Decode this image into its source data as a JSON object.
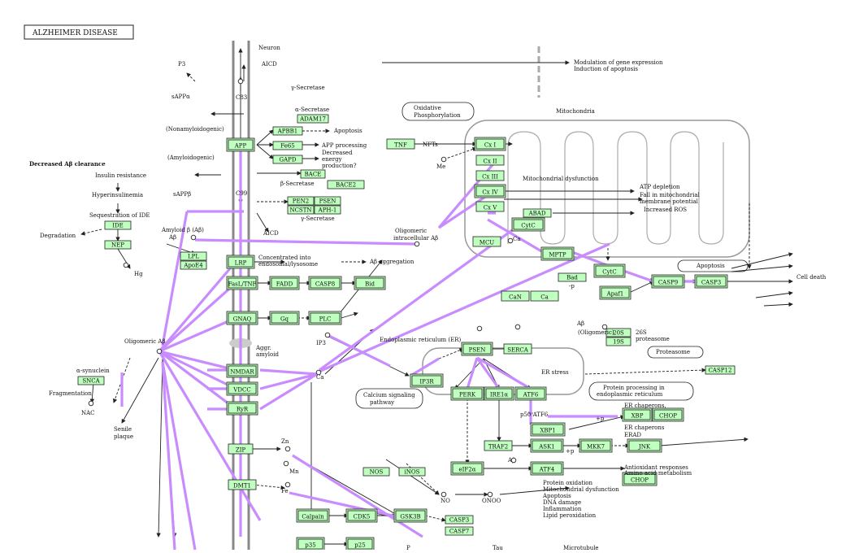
{
  "title": "ALZHEIMER DISEASE",
  "colors": {
    "gene_fill": "#bfffbf",
    "highlight": "#c88cff",
    "highlight_text": "#d00000",
    "membrane": "#888888",
    "line": "#222222"
  },
  "nodes": [
    {
      "id": "APP",
      "label": "APP",
      "hl": true,
      "red": true
    },
    {
      "id": "ADAM17",
      "label": "ADAM17",
      "hl": false
    },
    {
      "id": "APBB1",
      "label": "APBB1",
      "hl": false
    },
    {
      "id": "Fe65",
      "label": "Fe65",
      "hl": false
    },
    {
      "id": "GAPD",
      "label": "GAPD",
      "hl": false
    },
    {
      "id": "BACE",
      "label": "BACE",
      "hl": false
    },
    {
      "id": "BACE2",
      "label": "BACE2",
      "hl": false
    },
    {
      "id": "PEN2",
      "label": "PEN2",
      "hl": false
    },
    {
      "id": "PSEN_s",
      "label": "PSEN",
      "hl": false,
      "red": true
    },
    {
      "id": "NCSTN",
      "label": "NCSTN",
      "hl": false
    },
    {
      "id": "APH1",
      "label": "APH-1",
      "hl": false
    },
    {
      "id": "IDE",
      "label": "IDE",
      "hl": false
    },
    {
      "id": "NEP",
      "label": "NEP",
      "hl": false
    },
    {
      "id": "LPL",
      "label": "LPL",
      "hl": false
    },
    {
      "id": "ApoE4",
      "label": "ApoE4",
      "hl": false
    },
    {
      "id": "LRP",
      "label": "LRP",
      "hl": true
    },
    {
      "id": "FasL",
      "label": "FasL/TNF",
      "hl": true
    },
    {
      "id": "FADD",
      "label": "FADD",
      "hl": true
    },
    {
      "id": "CASP8",
      "label": "CASP8",
      "hl": true
    },
    {
      "id": "Bid",
      "label": "Bid",
      "hl": true
    },
    {
      "id": "GNAQ",
      "label": "GNAQ",
      "hl": true
    },
    {
      "id": "Gq",
      "label": "Gq",
      "hl": true
    },
    {
      "id": "PLC",
      "label": "PLC",
      "hl": true
    },
    {
      "id": "NMDAR",
      "label": "NMDAR",
      "hl": true
    },
    {
      "id": "VDCC",
      "label": "VDCC",
      "hl": true
    },
    {
      "id": "RyR",
      "label": "RyR",
      "hl": true
    },
    {
      "id": "IP3R",
      "label": "IP3R",
      "hl": true
    },
    {
      "id": "PSEN",
      "label": "PSEN",
      "hl": true,
      "red": true
    },
    {
      "id": "SERCA",
      "label": "SERCA",
      "hl": false
    },
    {
      "id": "PERK",
      "label": "PERK",
      "hl": true
    },
    {
      "id": "IRE1a",
      "label": "IRE1α",
      "hl": true
    },
    {
      "id": "ATF6",
      "label": "ATF6",
      "hl": true
    },
    {
      "id": "XBP1",
      "label": "XBP1",
      "hl": true
    },
    {
      "id": "TRAF2",
      "label": "TRAF2",
      "hl": false
    },
    {
      "id": "ASK1",
      "label": "ASK1",
      "hl": true
    },
    {
      "id": "MKK7",
      "label": "MKK7",
      "hl": true
    },
    {
      "id": "JNK",
      "label": "JNK",
      "hl": true
    },
    {
      "id": "eIF2a",
      "label": "eIF2α",
      "hl": true
    },
    {
      "id": "ATF4",
      "label": "ATF4",
      "hl": true
    },
    {
      "id": "CHOP",
      "label": "CHOP",
      "hl": true
    },
    {
      "id": "XBP",
      "label": "XBP",
      "hl": true
    },
    {
      "id": "CHOP2",
      "label": "CHOP",
      "hl": true
    },
    {
      "id": "CASP12",
      "label": "CASP12",
      "hl": false
    },
    {
      "id": "TNF",
      "label": "TNF",
      "hl": false
    },
    {
      "id": "CxI",
      "label": "Cx I",
      "hl": true
    },
    {
      "id": "CxII",
      "label": "Cx II",
      "hl": false
    },
    {
      "id": "CxIII",
      "label": "Cx III",
      "hl": false
    },
    {
      "id": "CxIV",
      "label": "Cx IV",
      "hl": true
    },
    {
      "id": "CxV",
      "label": "Cx V",
      "hl": false
    },
    {
      "id": "ABAD",
      "label": "ABAD",
      "hl": false
    },
    {
      "id": "CytC_m",
      "label": "CytC",
      "hl": true
    },
    {
      "id": "MCU",
      "label": "MCU",
      "hl": false
    },
    {
      "id": "MPTP",
      "label": "MPTP",
      "hl": true
    },
    {
      "id": "CytC",
      "label": "CytC",
      "hl": true
    },
    {
      "id": "Apaf1",
      "label": "Apaf1",
      "hl": true
    },
    {
      "id": "CASP9",
      "label": "CASP9",
      "hl": true
    },
    {
      "id": "CASP3",
      "label": "CASP3",
      "hl": true
    },
    {
      "id": "Bad",
      "label": "Bad",
      "hl": false
    },
    {
      "id": "CaN",
      "label": "CaN",
      "hl": false
    },
    {
      "id": "CaN2",
      "label": "Ca",
      "hl": false
    },
    {
      "id": "SNCA",
      "label": "SNCA",
      "hl": false
    },
    {
      "id": "20S",
      "label": "20S",
      "hl": false
    },
    {
      "id": "19S",
      "label": "19S",
      "hl": false
    },
    {
      "id": "ZIP",
      "label": "ZIP",
      "hl": false
    },
    {
      "id": "DMT1",
      "label": "DMT1",
      "hl": false
    },
    {
      "id": "NOS",
      "label": "NOS",
      "hl": false
    },
    {
      "id": "iNOS",
      "label": "iNOS",
      "hl": false
    },
    {
      "id": "Calpain",
      "label": "Calpain",
      "hl": true
    },
    {
      "id": "CDK5",
      "label": "CDK5",
      "hl": true
    },
    {
      "id": "GSK3B",
      "label": "GSK3B",
      "hl": true
    },
    {
      "id": "p35",
      "label": "p35",
      "hl": true
    },
    {
      "id": "p25",
      "label": "p25",
      "hl": true
    },
    {
      "id": "CASP3b",
      "label": "CASP3",
      "hl": false
    },
    {
      "id": "CASP7",
      "label": "CASP7",
      "hl": false
    }
  ],
  "labels": [
    {
      "id": "neuron",
      "text": "Neuron"
    },
    {
      "id": "p3",
      "text": "P3"
    },
    {
      "id": "aicd1",
      "text": "AICD"
    },
    {
      "id": "gsec1",
      "text": "γ-Secretase"
    },
    {
      "id": "sappa",
      "text": "sAPPα"
    },
    {
      "id": "c83",
      "text": "C83"
    },
    {
      "id": "asec",
      "text": "α-Secretase"
    },
    {
      "id": "nonamy",
      "text": "(Nonamyloidogenic)"
    },
    {
      "id": "apop1",
      "text": "Apoptosis"
    },
    {
      "id": "appproc",
      "text": "APP processing"
    },
    {
      "id": "decen",
      "text": "Decreased"
    },
    {
      "id": "decen2",
      "text": "energy"
    },
    {
      "id": "decen3",
      "text": "production?"
    },
    {
      "id": "amy",
      "text": "(Amyloidogenic)"
    },
    {
      "id": "bsec",
      "text": "β-Secretase"
    },
    {
      "id": "sappb",
      "text": "sAPPβ"
    },
    {
      "id": "c99",
      "text": "C99"
    },
    {
      "id": "gsec2",
      "text": "γ-Secretase"
    },
    {
      "id": "aicd2",
      "text": "AICD"
    },
    {
      "id": "decab",
      "text": "Decreased Aβ clearance"
    },
    {
      "id": "insres",
      "text": "Insulin resistance"
    },
    {
      "id": "hyperins",
      "text": "Hyperinsulinemia"
    },
    {
      "id": "seqide",
      "text": "Sequestration of IDE"
    },
    {
      "id": "degr",
      "text": "Degradation"
    },
    {
      "id": "hg",
      "text": "Hg"
    },
    {
      "id": "amyb",
      "text": "Amyloid β (Aβ)"
    },
    {
      "id": "ab42",
      "text": "Aβ"
    },
    {
      "id": "conc",
      "text": "Concentrated into"
    },
    {
      "id": "conc2",
      "text": "endosomal/lysosome"
    },
    {
      "id": "agg",
      "text": "Aβ aggregation"
    },
    {
      "id": "modgene",
      "text": "Modulation of gene expression"
    },
    {
      "id": "indapo",
      "text": "Induction of apoptosis"
    },
    {
      "id": "oxphos",
      "text": "Oxidative"
    },
    {
      "id": "oxphos2",
      "text": "Phosphorylation"
    },
    {
      "id": "mito",
      "text": "Mitochondria"
    },
    {
      "id": "nfts",
      "text": "NFTs"
    },
    {
      "id": "me",
      "text": "Me"
    },
    {
      "id": "mitodys",
      "text": "Mitochondrial dysfunction"
    },
    {
      "id": "atpdep",
      "text": "ATP depletion"
    },
    {
      "id": "fallmito",
      "text": "Fall in mitochondrial"
    },
    {
      "id": "fallmito2",
      "text": "membrane potential"
    },
    {
      "id": "incros",
      "text": "Increased ROS"
    },
    {
      "id": "oligo",
      "text": "Oligomeric"
    },
    {
      "id": "oligo2",
      "text": "intracellular Aβ"
    },
    {
      "id": "ca2ov",
      "text": "Ca"
    },
    {
      "id": "apoptosis2",
      "text": "Apoptosis"
    },
    {
      "id": "celldeath",
      "text": "Cell death"
    },
    {
      "id": "oligoab",
      "text": "Oligomeric Aβ"
    },
    {
      "id": "aggr",
      "text": "Aggr."
    },
    {
      "id": "aggr2",
      "text": "amyloid"
    },
    {
      "id": "ip3",
      "text": "IP3"
    },
    {
      "id": "ca2",
      "text": "Ca"
    },
    {
      "id": "er",
      "text": "Endoplasmic reticulum (ER)"
    },
    {
      "id": "erstress",
      "text": "ER stress"
    },
    {
      "id": "ab3",
      "text": "Aβ"
    },
    {
      "id": "oligomeric",
      "text": "(Oligomeric)"
    },
    {
      "id": "26s",
      "text": "26S"
    },
    {
      "id": "proteasome",
      "text": "proteasome"
    },
    {
      "id": "proteasome2",
      "text": "Proteasome"
    },
    {
      "id": "asyn",
      "text": "α-synuclein"
    },
    {
      "id": "frag",
      "text": "Fragmentation"
    },
    {
      "id": "nac",
      "text": "NAC"
    },
    {
      "id": "senile",
      "text": "Senile"
    },
    {
      "id": "senile2",
      "text": "plaque"
    },
    {
      "id": "casig",
      "text": "Calcium signaling"
    },
    {
      "id": "casig2",
      "text": "pathway"
    },
    {
      "id": "protproc",
      "text": "Protein processing in"
    },
    {
      "id": "protproc2",
      "text": "endoplasmic reticulum"
    },
    {
      "id": "erchap",
      "text": "ER chaperons,"
    },
    {
      "id": "erchap2",
      "text": "ER chaperons"
    },
    {
      "id": "erad",
      "text": "ERAD"
    },
    {
      "id": "p50",
      "text": "p50 ATF6"
    },
    {
      "id": "ab4",
      "text": "Aβ"
    },
    {
      "id": "antiox",
      "text": "Antioxidant responses"
    },
    {
      "id": "aaml",
      "text": "Amino acid metabolism"
    },
    {
      "id": "protox",
      "text": "Protein oxidation"
    },
    {
      "id": "mitodys2",
      "text": "Mitochondrial dysfunction"
    },
    {
      "id": "apop3",
      "text": "Apoptosis"
    },
    {
      "id": "dnadmg",
      "text": "DNA damage"
    },
    {
      "id": "inflam",
      "text": "Inflammation"
    },
    {
      "id": "lipid",
      "text": "Lipid peroxidation"
    },
    {
      "id": "zn",
      "text": "Zn"
    },
    {
      "id": "mn",
      "text": "Mn"
    },
    {
      "id": "fe",
      "text": "Fe"
    },
    {
      "id": "no",
      "text": "NO"
    },
    {
      "id": "onoo",
      "text": "ONOO"
    },
    {
      "id": "tau",
      "text": "Tau"
    },
    {
      "id": "mt",
      "text": "Microtubule"
    },
    {
      "id": "p1",
      "text": "P"
    },
    {
      "id": "ppp",
      "text": "+p"
    },
    {
      "id": "ppp2",
      "text": "+p"
    },
    {
      "id": "pminus",
      "text": "-p"
    }
  ]
}
